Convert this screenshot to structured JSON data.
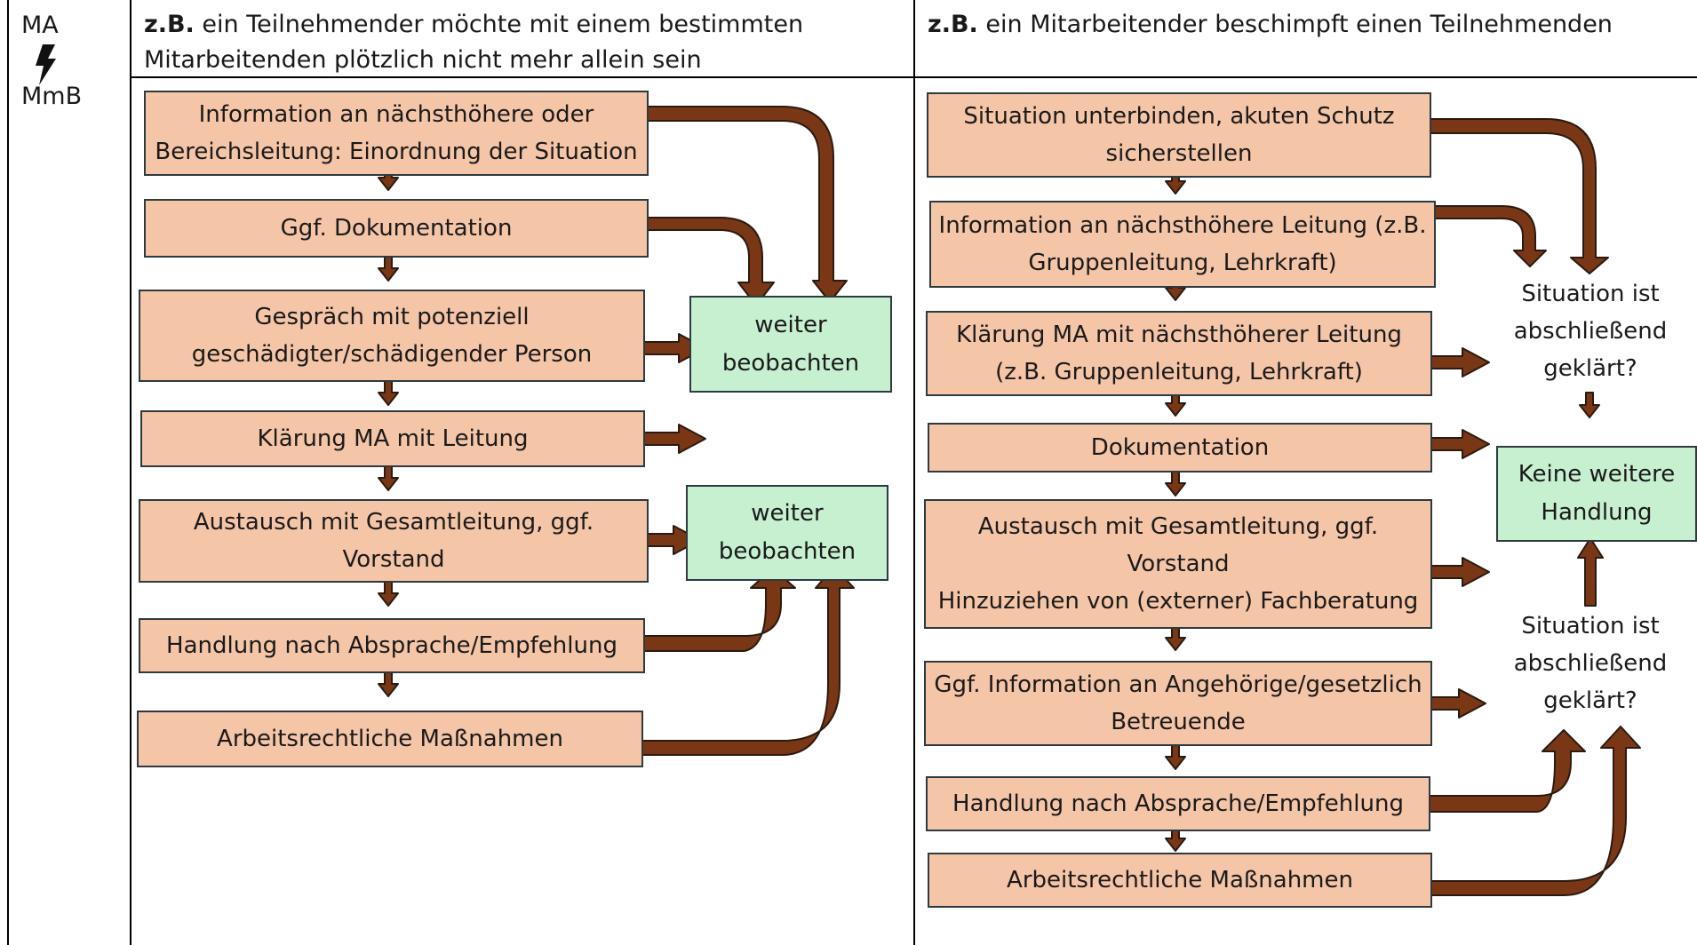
{
  "column0": {
    "top": "MA",
    "icon": "lightning-icon",
    "bottom": "MmB"
  },
  "left": {
    "header_bold": "z.B.",
    "header_text": " ein Teilnehmender möchte mit einem bestimmten Mitarbeitenden plötzlich nicht mehr allein sein",
    "steps": [
      "Information an nächsthöhere oder Bereichsleitung: Einordnung der Situation",
      "Ggf. Dokumentation",
      "Gespräch mit potenziell geschädigter/schädigender Person",
      "Klärung MA mit Leitung",
      "Austausch mit Gesamtleitung, ggf. Vorstand",
      "Handlung nach Absprache/Empfehlung",
      "Arbeitsrechtliche Maßnahmen"
    ],
    "outcomes": [
      "weiter\nbeobachten",
      "weiter\nbeobachten"
    ]
  },
  "right": {
    "header_bold": "z.B.",
    "header_text": " ein Mitarbeitender beschimpft einen Teilnehmenden",
    "steps": [
      "Situation unterbinden, akuten Schutz sicherstellen",
      "Information an nächsthöhere Leitung (z.B. Gruppenleitung, Lehrkraft)",
      "Klärung MA mit nächsthöherer Leitung\n(z.B. Gruppenleitung, Lehrkraft)",
      "Dokumentation",
      "Austausch mit Gesamtleitung, ggf.\nVorstand\nHinzuziehen von (externer) Fachberatung",
      "Ggf. Information an Angehörige/gesetzlich Betreuende",
      "Handlung nach Absprache/Empfehlung",
      "Arbeitsrechtliche Maßnahmen"
    ],
    "question_1": "Situation ist\nabschließend\ngeklärt?",
    "outcome": "Keine weitere\nHandlung",
    "question_2": "Situation ist\nabschließend\ngeklärt?"
  },
  "colors": {
    "step_fill": "#f5c5a8",
    "outcome_fill": "#c7f0d1",
    "arrow": "#7a3716",
    "arrow_outline": "#2a1a10"
  }
}
